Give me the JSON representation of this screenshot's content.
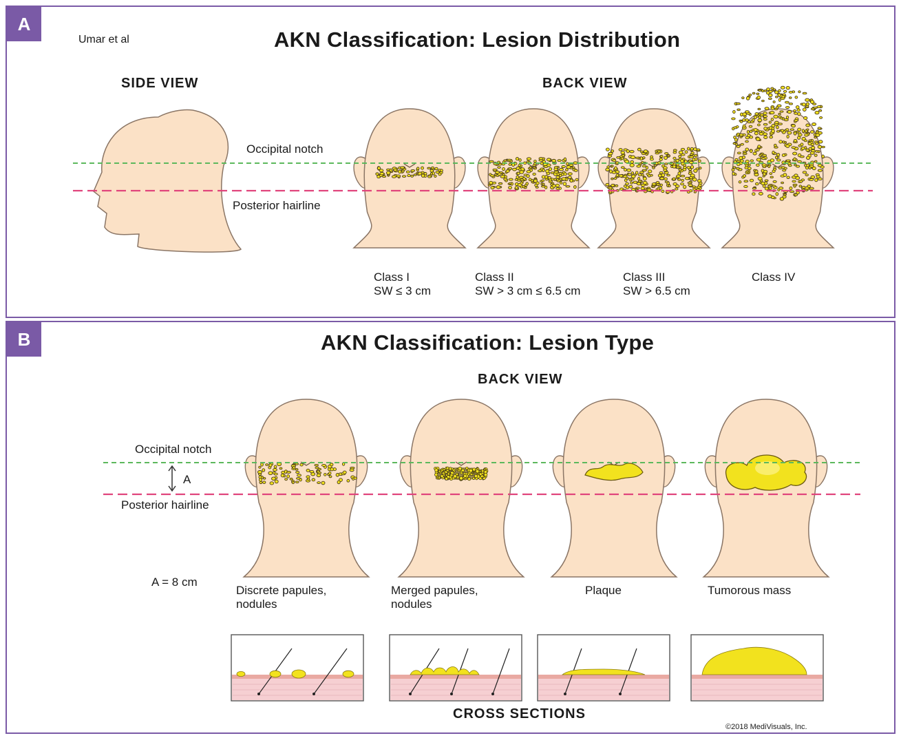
{
  "colors": {
    "panel_accent": "#7a5aa6",
    "skin": "#fbe1c6",
    "skin_outline": "#8a7565",
    "occipital_line": "#5cb85c",
    "hairline_line": "#e0447c",
    "lesion_yellow": "#f2e21e",
    "dermis": "#f6cfd2"
  },
  "panel_a": {
    "letter": "A",
    "credit": "Umar et al",
    "title": "AKN Classification: Lesion Distribution",
    "side_view": "SIDE VIEW",
    "back_view": "BACK VIEW",
    "occipital_notch": "Occipital notch",
    "posterior_hairline": "Posterior hairline",
    "classes": [
      {
        "name": "Class I",
        "criteria": "SW ≤ 3 cm"
      },
      {
        "name": "Class II",
        "criteria": "SW > 3 cm ≤ 6.5 cm"
      },
      {
        "name": "Class III",
        "criteria": "SW > 6.5 cm"
      },
      {
        "name": "Class IV",
        "criteria": ""
      }
    ]
  },
  "panel_b": {
    "letter": "B",
    "title": "AKN Classification: Lesion Type",
    "back_view": "BACK VIEW",
    "occipital_notch": "Occipital notch",
    "distance_marker": "A",
    "posterior_hairline": "Posterior hairline",
    "distance_value": "A = 8 cm",
    "types": [
      {
        "line1": "Discrete papules,",
        "line2": "nodules"
      },
      {
        "line1": "Merged papules,",
        "line2": "nodules"
      },
      {
        "line1": "Plaque",
        "line2": ""
      },
      {
        "line1": "Tumorous mass",
        "line2": ""
      }
    ],
    "cross_sections": "CROSS SECTIONS",
    "copyright": "©2018 MediVisuals, Inc."
  }
}
